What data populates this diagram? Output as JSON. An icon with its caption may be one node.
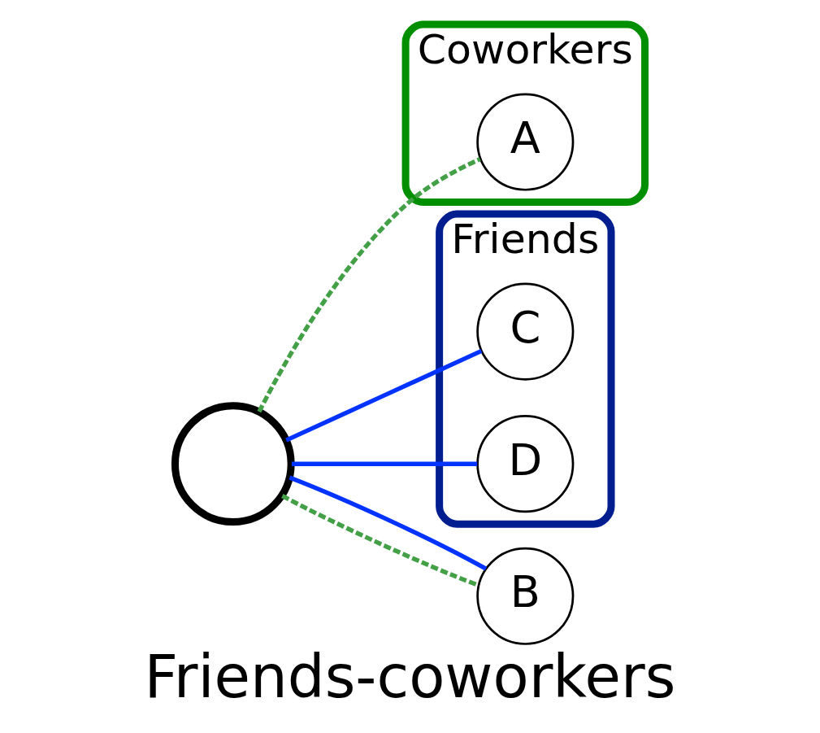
{
  "diagram": {
    "caption": "Friends-coworkers",
    "nodes": [
      {
        "text": [
          "Coworkers"
        ]
      },
      {
        "text": [
          "A"
        ],
        "in": 0
      },
      {
        "text": [
          "Friends"
        ]
      },
      {
        "text": [
          "B"
        ]
      },
      {
        "text": [
          "C"
        ],
        "in": 2
      },
      {
        "text": [
          "D"
        ],
        "in": 2
      },
      {
        "text": [],
        "shape": "circle"
      }
    ],
    "edges": [
      {
        "from": 6,
        "to": 1,
        "arrow": "none",
        "style": "dashed",
        "color": "#43a047"
      },
      {
        "from": 6,
        "to": 3,
        "arrow": "none",
        "style": "dashed",
        "color": "#43a047"
      },
      {
        "from": 6,
        "to": 3,
        "arrow": "none"
      },
      {
        "from": 6,
        "to": 4,
        "arrow": "none"
      },
      {
        "from": 6,
        "to": 5,
        "arrow": "none"
      }
    ]
  }
}
